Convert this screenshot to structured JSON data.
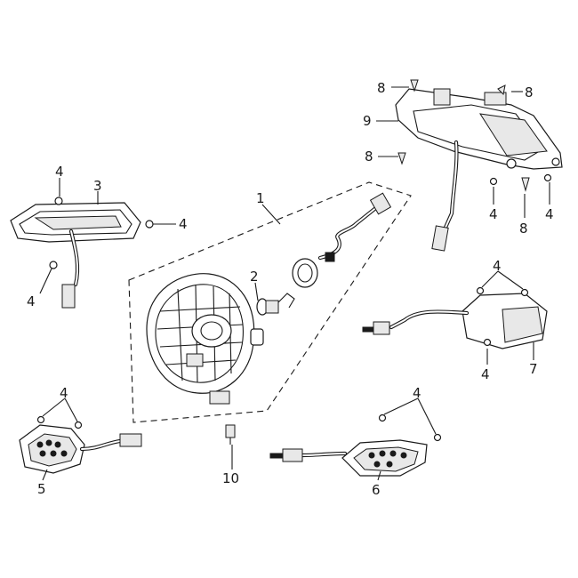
{
  "callouts": {
    "c1": "1",
    "c2": "2",
    "c3": "3",
    "c4a": "4",
    "c4b": "4",
    "c4c": "4",
    "c4d": "4",
    "c4e": "4",
    "c4f": "4",
    "c4g": "4",
    "c4h": "4",
    "c4i": "4",
    "c5": "5",
    "c6": "6",
    "c7": "7",
    "c8a": "8",
    "c8b": "8",
    "c8c": "8",
    "c8d": "8",
    "c9": "9",
    "c10": "10"
  }
}
